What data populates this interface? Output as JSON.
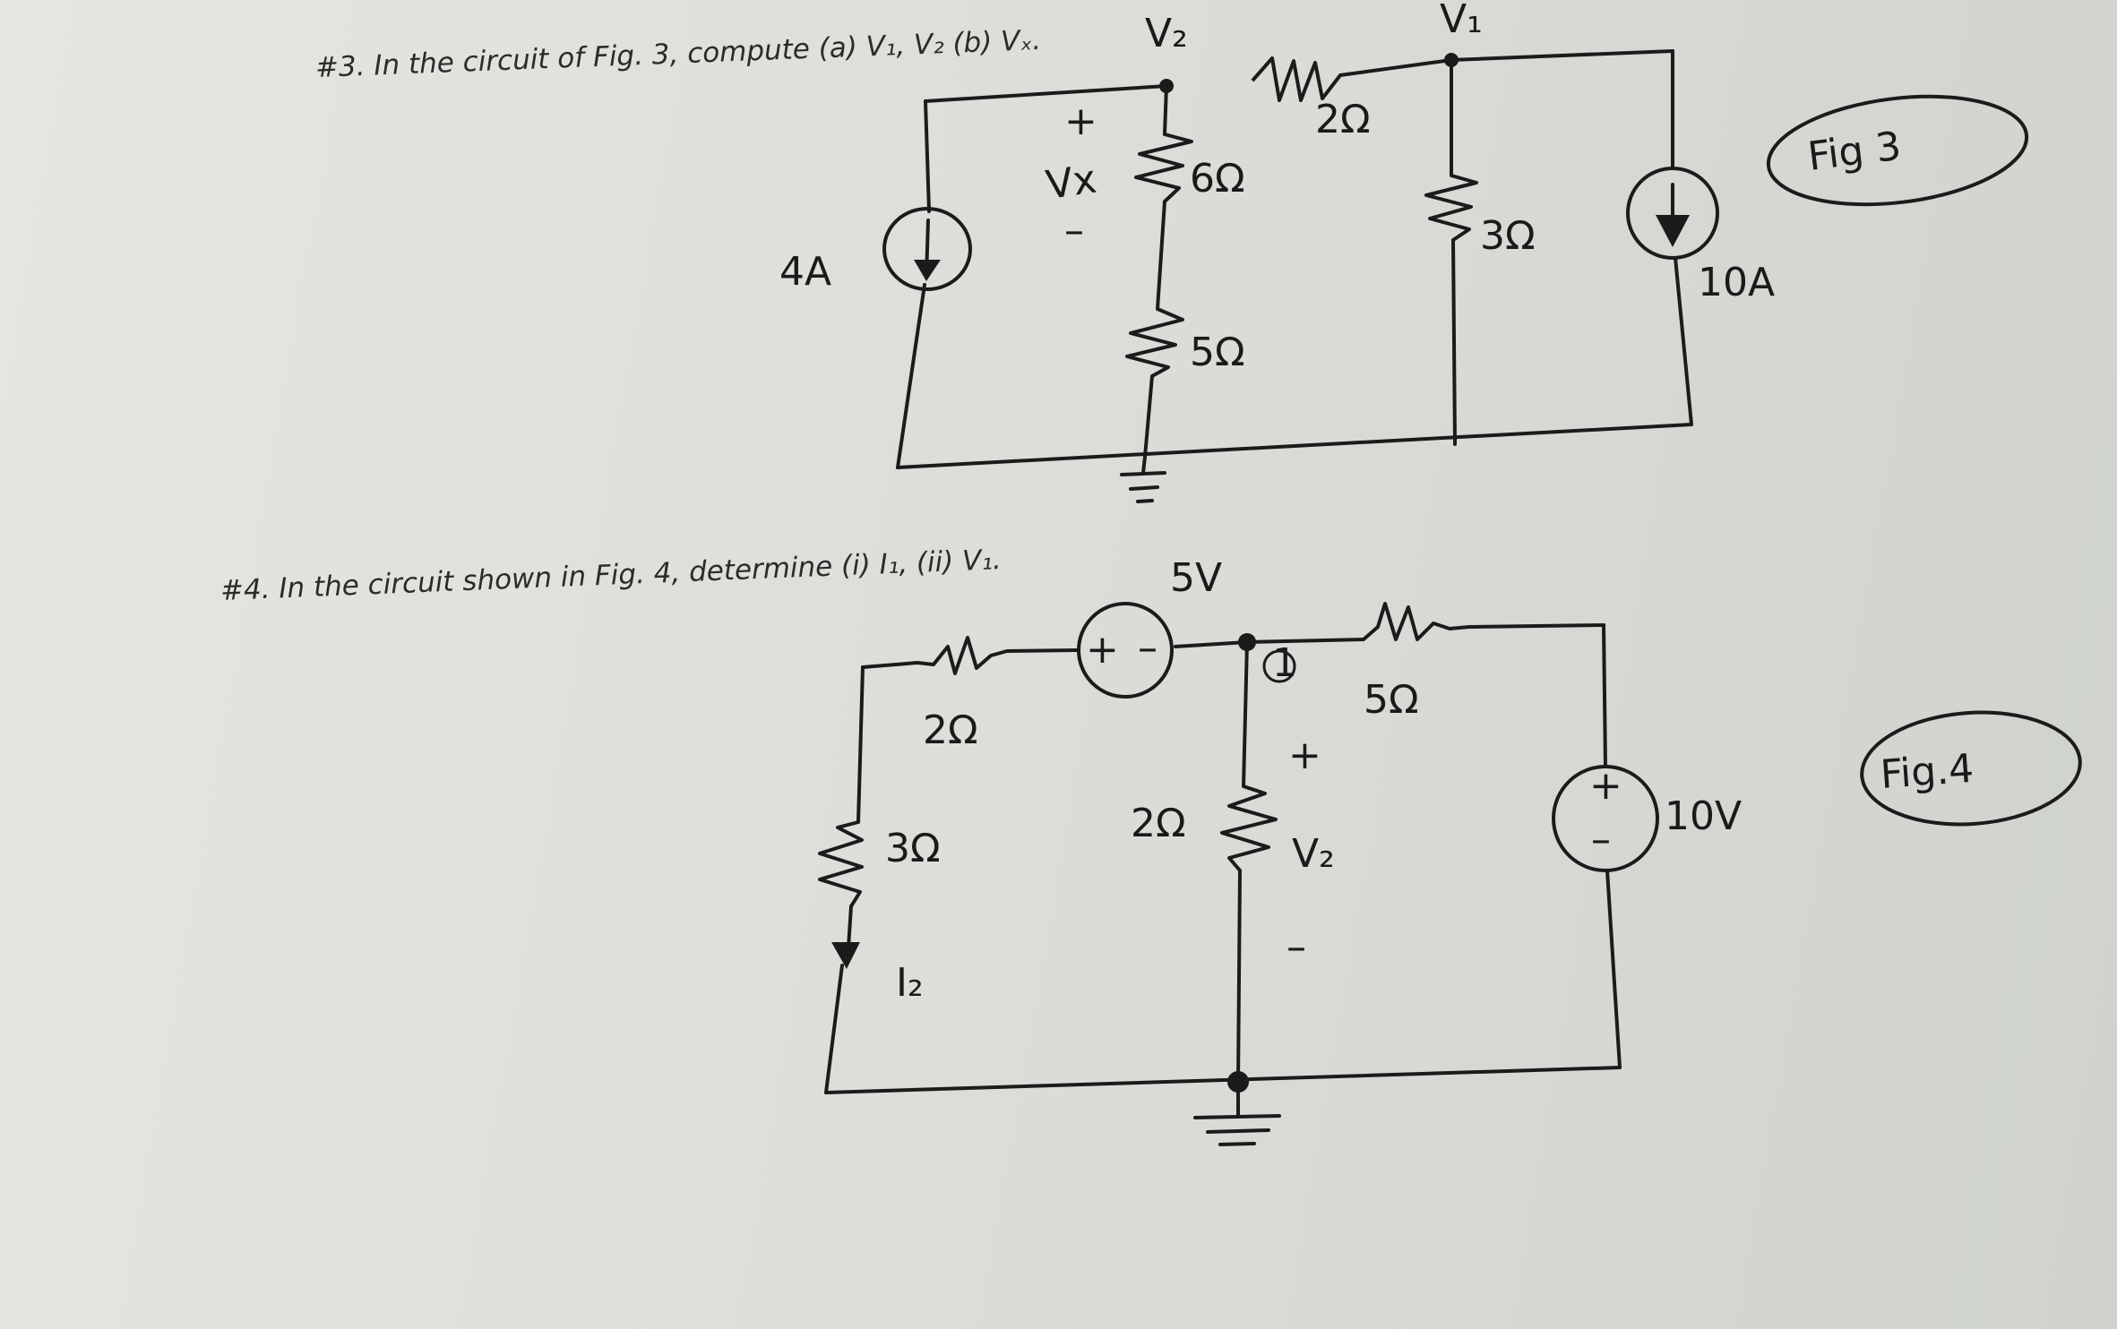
{
  "problems": {
    "q3": "#3. In the circuit of Fig. 3, compute (a) V₁, V₂ (b) Vₓ.",
    "q4": "#4. In the circuit shown in Fig. 4, determine (i) I₁, (ii) V₁."
  },
  "fig3": {
    "label": "Fig 3",
    "node_v2": "V₂",
    "node_v1": "V₁",
    "source_left": "4A",
    "source_right": "10A",
    "r_series": "2Ω",
    "r_6": "6Ω",
    "r_5": "5Ω",
    "r_3": "3Ω",
    "vx": "Vx",
    "plus": "+",
    "minus": "–"
  },
  "fig4": {
    "label": "Fig.4",
    "vsrc_top": "5V",
    "vsrc_right": "10V",
    "r_top_left": "2Ω",
    "r_left": "3Ω",
    "r_mid": "2Ω",
    "r_top_right": "5Ω",
    "node_1": "1",
    "i_label": "I₂",
    "v_label": "V₂",
    "plus": "+",
    "minus": "–",
    "src_plus": "+",
    "src_minus": "–",
    "src_plus2": "+",
    "src_minus2": "–"
  }
}
